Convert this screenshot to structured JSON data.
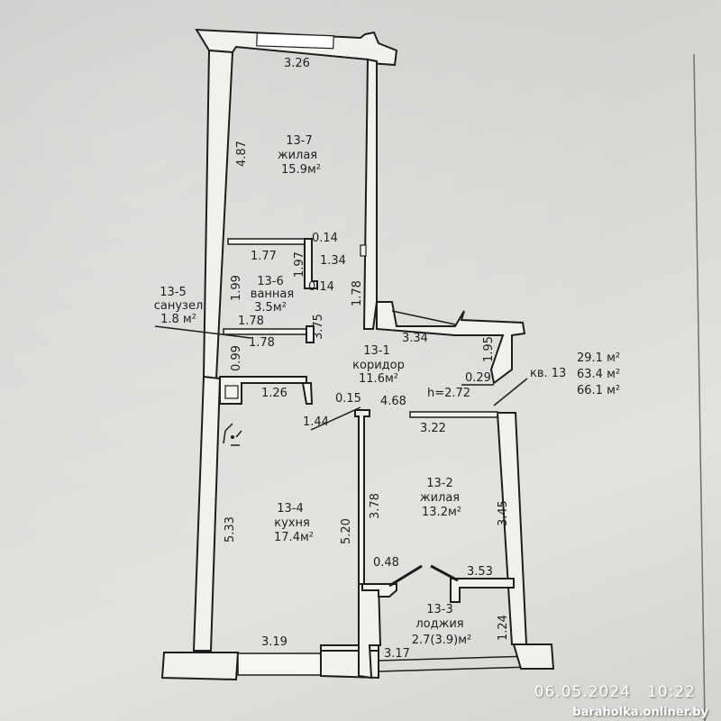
{
  "rooms": {
    "r13_7": {
      "id": "13-7",
      "type": "жилая",
      "area": "15.9м²"
    },
    "r13_6": {
      "id": "13-6",
      "type": "ванная",
      "area": "3.5м²"
    },
    "r13_5": {
      "id": "13-5",
      "type": "санузел",
      "area": "1.8 м²"
    },
    "r13_1": {
      "id": "13-1",
      "type": "коридор",
      "area": "11.6м²"
    },
    "r13_4": {
      "id": "13-4",
      "type": "кухня",
      "area": "17.4м²"
    },
    "r13_2": {
      "id": "13-2",
      "type": "жилая",
      "area": "13.2м²"
    },
    "r13_3": {
      "id": "13-3",
      "type": "лоджия",
      "area": "2.7(3.9)м²"
    }
  },
  "dimensions": {
    "top_width": "3.26",
    "left_top_height": "4.87",
    "right_top_height": "1.78",
    "bath_width": "1.77",
    "bath_height": "1.97",
    "bath_wall_a": "0.14",
    "bath_wall_b": "0.14",
    "bath_side": "1.34",
    "wc_height": "1.99",
    "wc_width_a": "1.78",
    "wc_width_b": "1.78",
    "wc_side": "3.75",
    "corridor_left": "0.99",
    "corridor_top": "3.34",
    "corridor_right": "1.95",
    "corridor_step": "0.29",
    "ceiling_height": "h=2.72",
    "kitchen_top": "1.26",
    "kitchen_top_b": "1.44",
    "wall_gap": "0.15",
    "corridor_length": "4.68",
    "room2_top": "3.22",
    "kitchen_left": "5.33",
    "kitchen_right": "5.20",
    "room2_left": "3.78",
    "room2_right": "3.45",
    "kitchen_bottom": "3.19",
    "loggia_gap": "0.48",
    "room2_bottom": "3.53",
    "loggia_side": "1.24",
    "loggia_width": "3.17"
  },
  "apartment": {
    "label": "кв. 13",
    "area_living": "29.1 м²",
    "area_total": "63.4 м²",
    "area_with_loggia": "66.1 м²"
  },
  "photo_overlay": {
    "date": "06.05.2024",
    "time": "10:22",
    "watermark": "baraholka.onliner.by"
  }
}
